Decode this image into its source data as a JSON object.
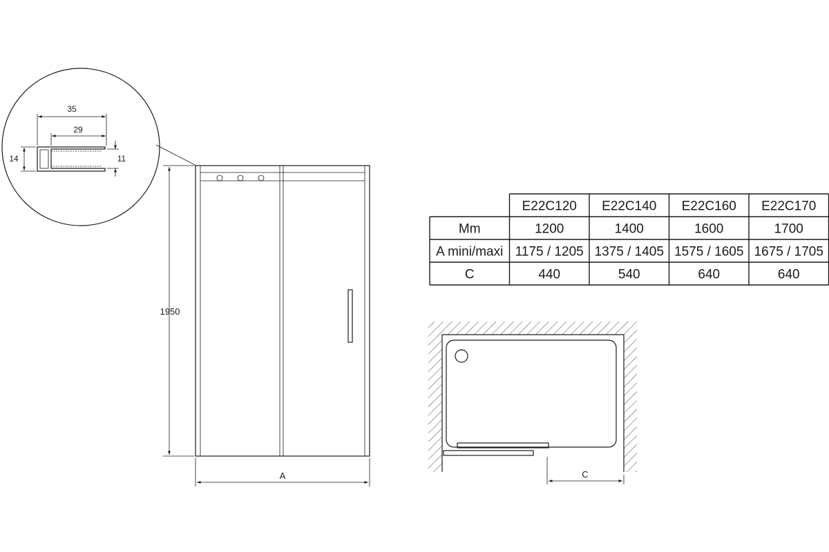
{
  "detail": {
    "dim_outer_width": "35",
    "dim_inner_width": "29",
    "dim_height_left": "14",
    "dim_height_right": "11"
  },
  "front_view": {
    "dim_height": "1950",
    "dim_width": "A"
  },
  "specs_table": {
    "columns": [
      "",
      "E22C120",
      "E22C140",
      "E22C160",
      "E22C170"
    ],
    "rows": [
      {
        "label": "Mm",
        "values": [
          "1200",
          "1400",
          "1600",
          "1700"
        ]
      },
      {
        "label": "A mini/maxi",
        "values": [
          "1175 / 1205",
          "1375 / 1405",
          "1575 / 1605",
          "1675 / 1705"
        ]
      },
      {
        "label": "C",
        "values": [
          "440",
          "540",
          "640",
          "640"
        ]
      }
    ]
  },
  "plan_view": {
    "dim_opening": "C"
  }
}
